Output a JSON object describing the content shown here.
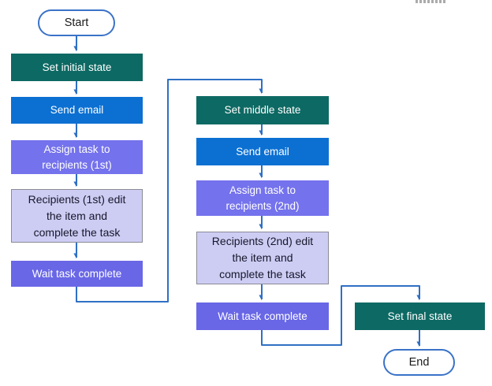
{
  "colors": {
    "teal": "#0D6963",
    "blue": "#0C70D2",
    "purple": "#7472EC",
    "purple_dark": "#6967E6",
    "lavender": "#CDCDF4",
    "lavender_border": "#8A8A96",
    "lavender_text": "#17172B",
    "connector": "#2F70C4",
    "oval_border": "#3A72C8",
    "canvas_background": "#FFFFFF"
  },
  "flowchart": {
    "nodes": [
      {
        "id": "start",
        "type": "terminator",
        "label": "Start"
      },
      {
        "id": "set-initial-state",
        "type": "process",
        "label": "Set initial state"
      },
      {
        "id": "send-email-1st",
        "type": "process",
        "label": "Send email"
      },
      {
        "id": "assign-task-1st",
        "type": "process",
        "label": "Assign task to\nrecipients (1st)"
      },
      {
        "id": "recipients-1st",
        "type": "process",
        "label": "Recipients (1st) edit\nthe item and\ncomplete the task"
      },
      {
        "id": "wait-task-complete-1st",
        "type": "process",
        "label": "Wait task complete"
      },
      {
        "id": "set-middle-state",
        "type": "process",
        "label": "Set middle state"
      },
      {
        "id": "send-email-2nd",
        "type": "process",
        "label": "Send email"
      },
      {
        "id": "assign-task-2nd",
        "type": "process",
        "label": "Assign task to\nrecipients (2nd)"
      },
      {
        "id": "recipients-2nd",
        "type": "process",
        "label": "Recipients (2nd) edit\nthe item and\ncomplete the task"
      },
      {
        "id": "wait-task-complete-2nd",
        "type": "process",
        "label": "Wait task complete"
      },
      {
        "id": "set-final-state",
        "type": "process",
        "label": "Set final state"
      },
      {
        "id": "end",
        "type": "terminator",
        "label": "End"
      }
    ],
    "edges": [
      {
        "from": "start",
        "to": "set-initial-state"
      },
      {
        "from": "set-initial-state",
        "to": "send-email-1st"
      },
      {
        "from": "send-email-1st",
        "to": "assign-task-1st"
      },
      {
        "from": "assign-task-1st",
        "to": "recipients-1st"
      },
      {
        "from": "recipients-1st",
        "to": "wait-task-complete-1st"
      },
      {
        "from": "wait-task-complete-1st",
        "to": "set-middle-state"
      },
      {
        "from": "set-middle-state",
        "to": "send-email-2nd"
      },
      {
        "from": "send-email-2nd",
        "to": "assign-task-2nd"
      },
      {
        "from": "assign-task-2nd",
        "to": "recipients-2nd"
      },
      {
        "from": "recipients-2nd",
        "to": "wait-task-complete-2nd"
      },
      {
        "from": "wait-task-complete-2nd",
        "to": "set-final-state"
      },
      {
        "from": "set-final-state",
        "to": "end"
      }
    ]
  }
}
